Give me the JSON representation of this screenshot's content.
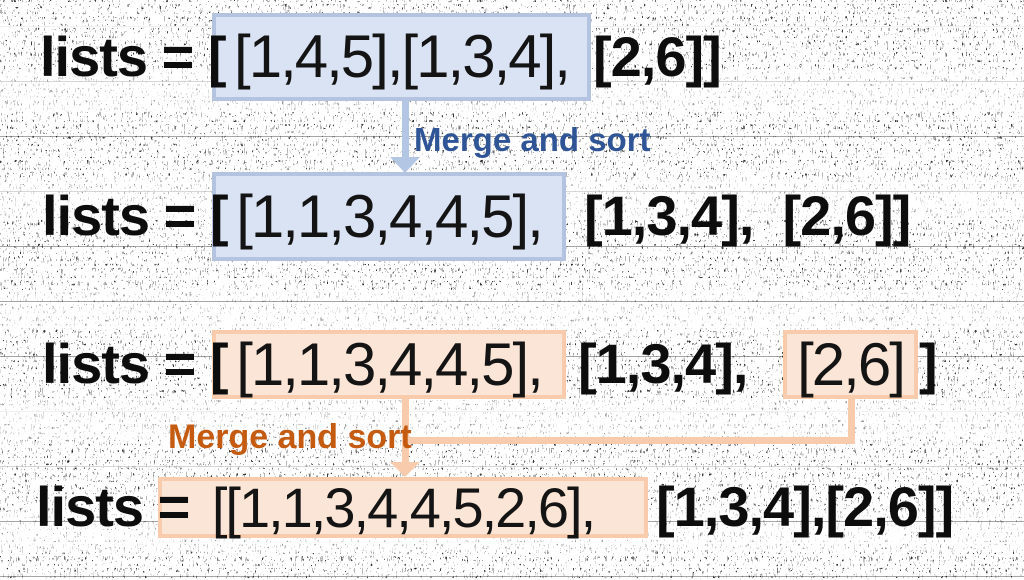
{
  "diagram": {
    "steps": [
      {
        "prefix": "lists = [",
        "highlighted": "[1,4,5],[1,3,4],",
        "suffix": "[2,6]]"
      },
      {
        "prefix": "lists = [",
        "highlighted": "[1,1,3,4,4,5],",
        "suffix": "[1,3,4],  [2,6]]"
      },
      {
        "prefix": "lists = [",
        "highlighted1": "[1,1,3,4,4,5],",
        "mid": "[1,3,4],",
        "highlighted2": "[2,6]",
        "suffix": "]"
      },
      {
        "prefix": "lists =",
        "highlighted": "[[1,1,3,4,4,5,2,6],",
        "suffix": "[1,3,4],[2,6]]"
      }
    ],
    "connectors": {
      "blue_label": "Merge and sort",
      "orange_label": "Merge and sort"
    },
    "colors": {
      "blue_fill": "#DAE3F3",
      "blue_border": "#B3C3E0",
      "blue_arrow": "#B3C6E3",
      "blue_text": "#2F5597",
      "orange_fill": "#FBE5D6",
      "orange_border": "#F7CBAC",
      "orange_text": "#C55A11",
      "black_text": "#0D0D0D"
    }
  }
}
